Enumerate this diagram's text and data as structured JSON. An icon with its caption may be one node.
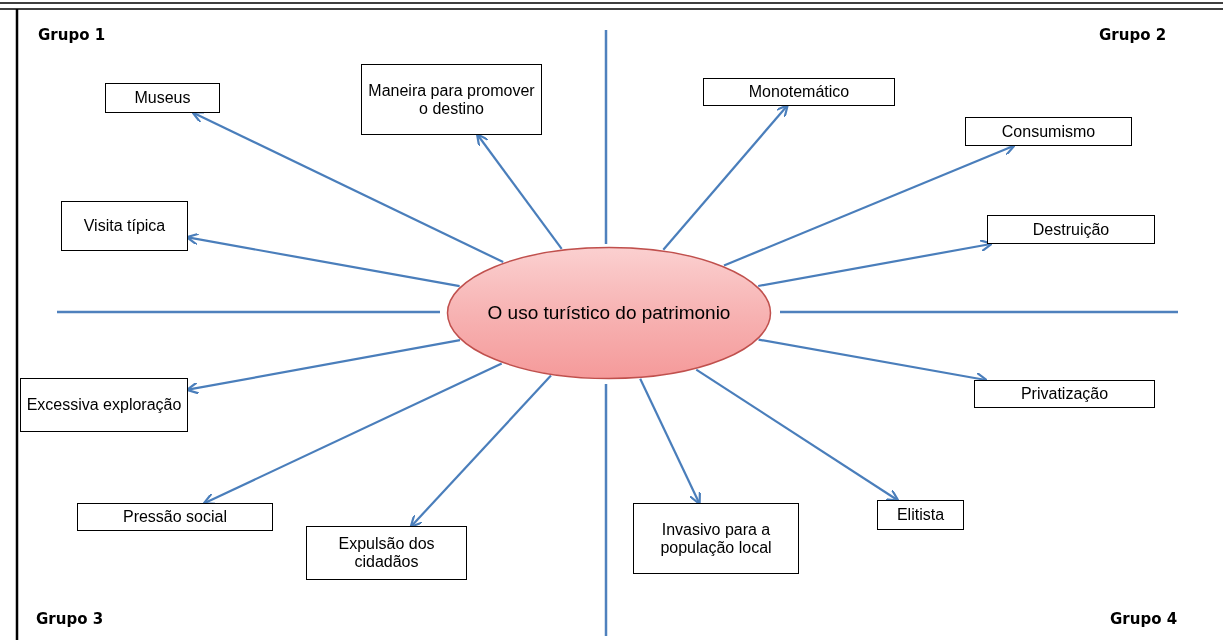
{
  "diagram": {
    "nodes": [
      {
        "text": [
          "O uso turístico do patrimonio"
        ]
      },
      {
        "text": [
          "Museus"
        ]
      },
      {
        "text": [
          "Maneira para promover o destino"
        ]
      },
      {
        "text": [
          "Monotemático"
        ]
      },
      {
        "text": [
          "Consumismo"
        ]
      },
      {
        "text": [
          "Visita típica"
        ]
      },
      {
        "text": [
          "Destruição"
        ]
      },
      {
        "text": [
          "Excessiva exploração"
        ]
      },
      {
        "text": [
          "Privatização"
        ]
      },
      {
        "text": [
          "Pressão social"
        ]
      },
      {
        "text": [
          "Expulsão dos cidadãos"
        ]
      },
      {
        "text": [
          "Invasivo para a população local"
        ]
      },
      {
        "text": [
          "Elitista"
        ]
      }
    ],
    "edges": [
      {
        "from": 0,
        "to": 1,
        "arrow": "to"
      },
      {
        "from": 0,
        "to": 2,
        "arrow": "to"
      },
      {
        "from": 0,
        "to": 3,
        "arrow": "to"
      },
      {
        "from": 0,
        "to": 4,
        "arrow": "to"
      },
      {
        "from": 0,
        "to": 5,
        "arrow": "to"
      },
      {
        "from": 0,
        "to": 6,
        "arrow": "to"
      },
      {
        "from": 0,
        "to": 7,
        "arrow": "to"
      },
      {
        "from": 0,
        "to": 8,
        "arrow": "to"
      },
      {
        "from": 0,
        "to": 9,
        "arrow": "to"
      },
      {
        "from": 0,
        "to": 10,
        "arrow": "to"
      },
      {
        "from": 0,
        "to": 11,
        "arrow": "to"
      },
      {
        "from": 0,
        "to": 12,
        "arrow": "to"
      }
    ],
    "labels": [
      "Grupo 1",
      "Grupo 2",
      "Grupo 3",
      "Grupo 4"
    ]
  }
}
